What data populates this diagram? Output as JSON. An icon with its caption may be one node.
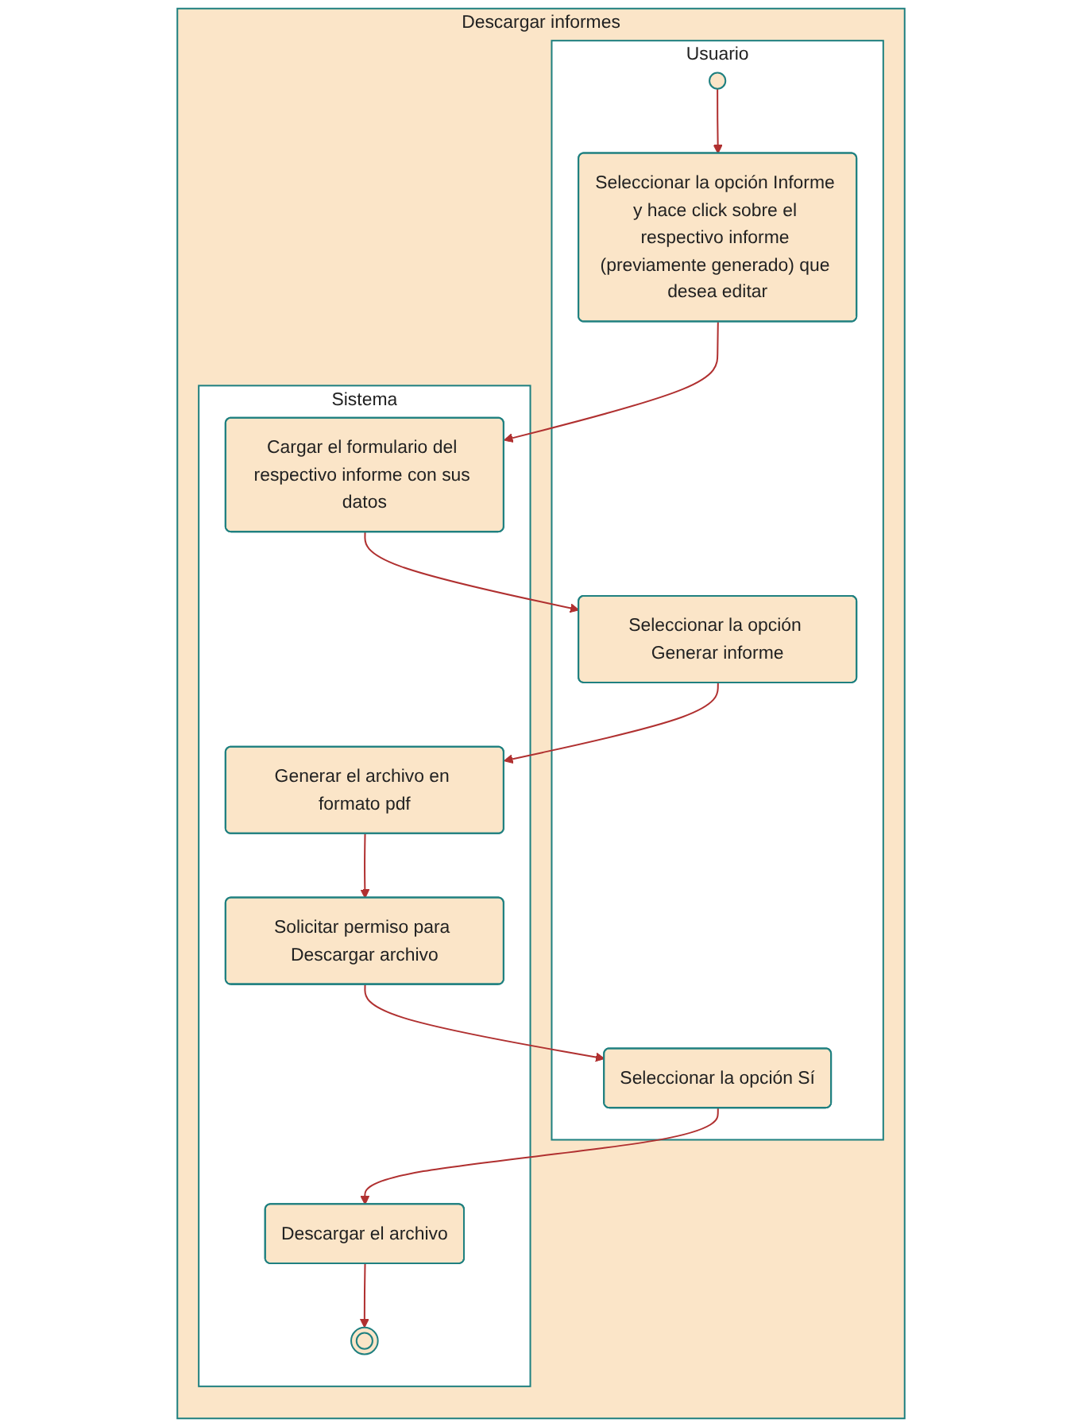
{
  "diagram": {
    "nodes": [
      {
        "text": [
          "Descargar informes"
        ]
      },
      {
        "text": [
          "Usuario"
        ],
        "in": 0
      },
      {
        "text": [
          "Sistema"
        ],
        "in": 0
      },
      {
        "text": [],
        "shape": "circle",
        "in": 1
      },
      {
        "text": [
          "Seleccionar la opción Informe y hace click sobre el respectivo informe (previamente generado) que desea editar"
        ],
        "in": 1
      },
      {
        "text": [
          "Cargar el formulario del respectivo informe con sus datos"
        ],
        "in": 2
      },
      {
        "text": [
          "Seleccionar la opción Generar informe"
        ],
        "in": 1
      },
      {
        "text": [
          "Generar el archivo en formato pdf"
        ],
        "in": 2
      },
      {
        "text": [
          "Solicitar permiso para Descargar archivo"
        ],
        "in": 2
      },
      {
        "text": [
          "Seleccionar la opción Sí"
        ],
        "in": 1
      },
      {
        "text": [
          "Descargar el archivo"
        ],
        "in": 2
      },
      {
        "text": [],
        "shape": "circle",
        "in": 2
      }
    ],
    "edges": [
      {
        "from": 3,
        "to": 4,
        "arrow": "to"
      },
      {
        "from": 4,
        "to": 5,
        "arrow": "to"
      },
      {
        "from": 5,
        "to": 6,
        "arrow": "to"
      },
      {
        "from": 6,
        "to": 7,
        "arrow": "to"
      },
      {
        "from": 7,
        "to": 8,
        "arrow": "to"
      },
      {
        "from": 8,
        "to": 9,
        "arrow": "to"
      },
      {
        "from": 9,
        "to": 10,
        "arrow": "to"
      },
      {
        "from": 10,
        "to": 11,
        "arrow": "to"
      }
    ]
  }
}
